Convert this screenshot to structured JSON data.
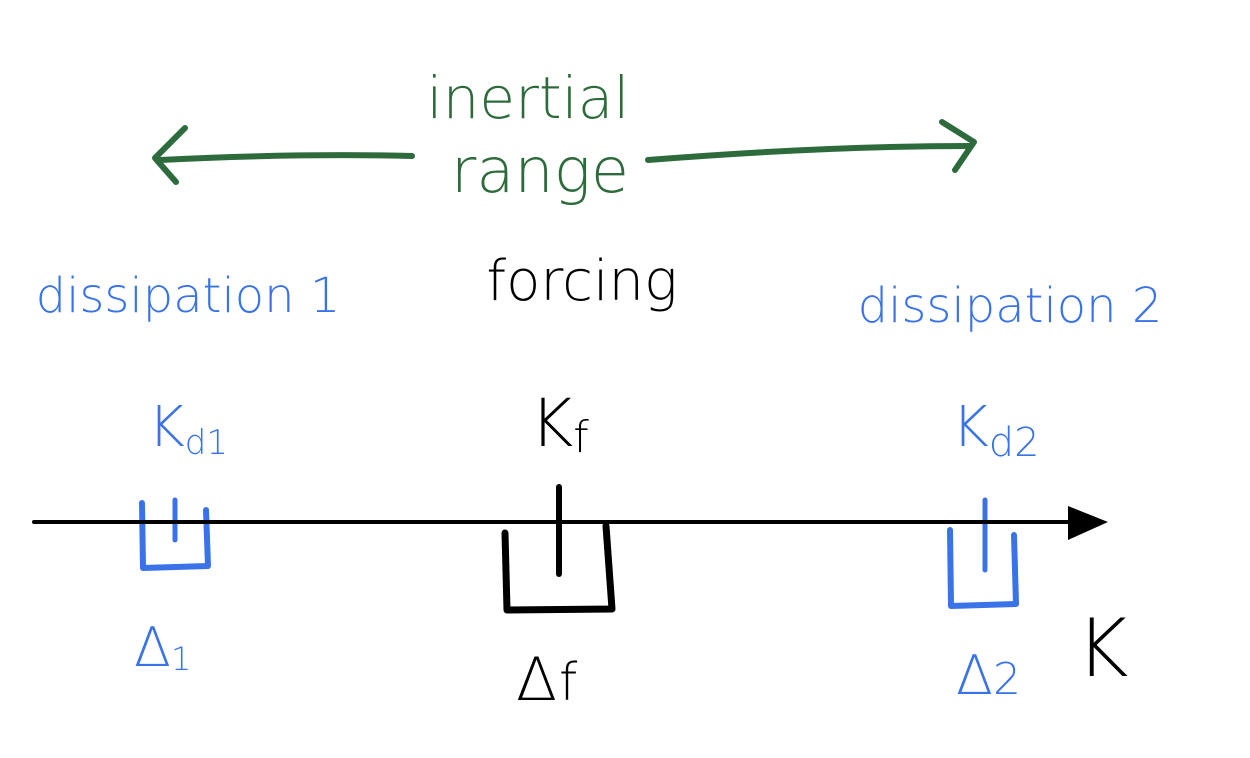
{
  "inertial": {
    "line1": "inertial",
    "line2": "range"
  },
  "dissipation1": {
    "label": "dissipation 1",
    "k": "K",
    "k_sub": "d1",
    "delta": "Δ",
    "delta_sub": "1"
  },
  "forcing": {
    "label": "forcing",
    "k": "K",
    "k_sub": "f",
    "delta": "Δ",
    "delta_sub": "f"
  },
  "dissipation2": {
    "label": "dissipation 2",
    "k": "K",
    "k_sub": "d2",
    "delta": "Δ",
    "delta_sub": "2"
  },
  "axis": {
    "label": "K"
  },
  "colors": {
    "green": "#2e6b3c",
    "blue": "#3a73e8",
    "black": "#000000"
  }
}
